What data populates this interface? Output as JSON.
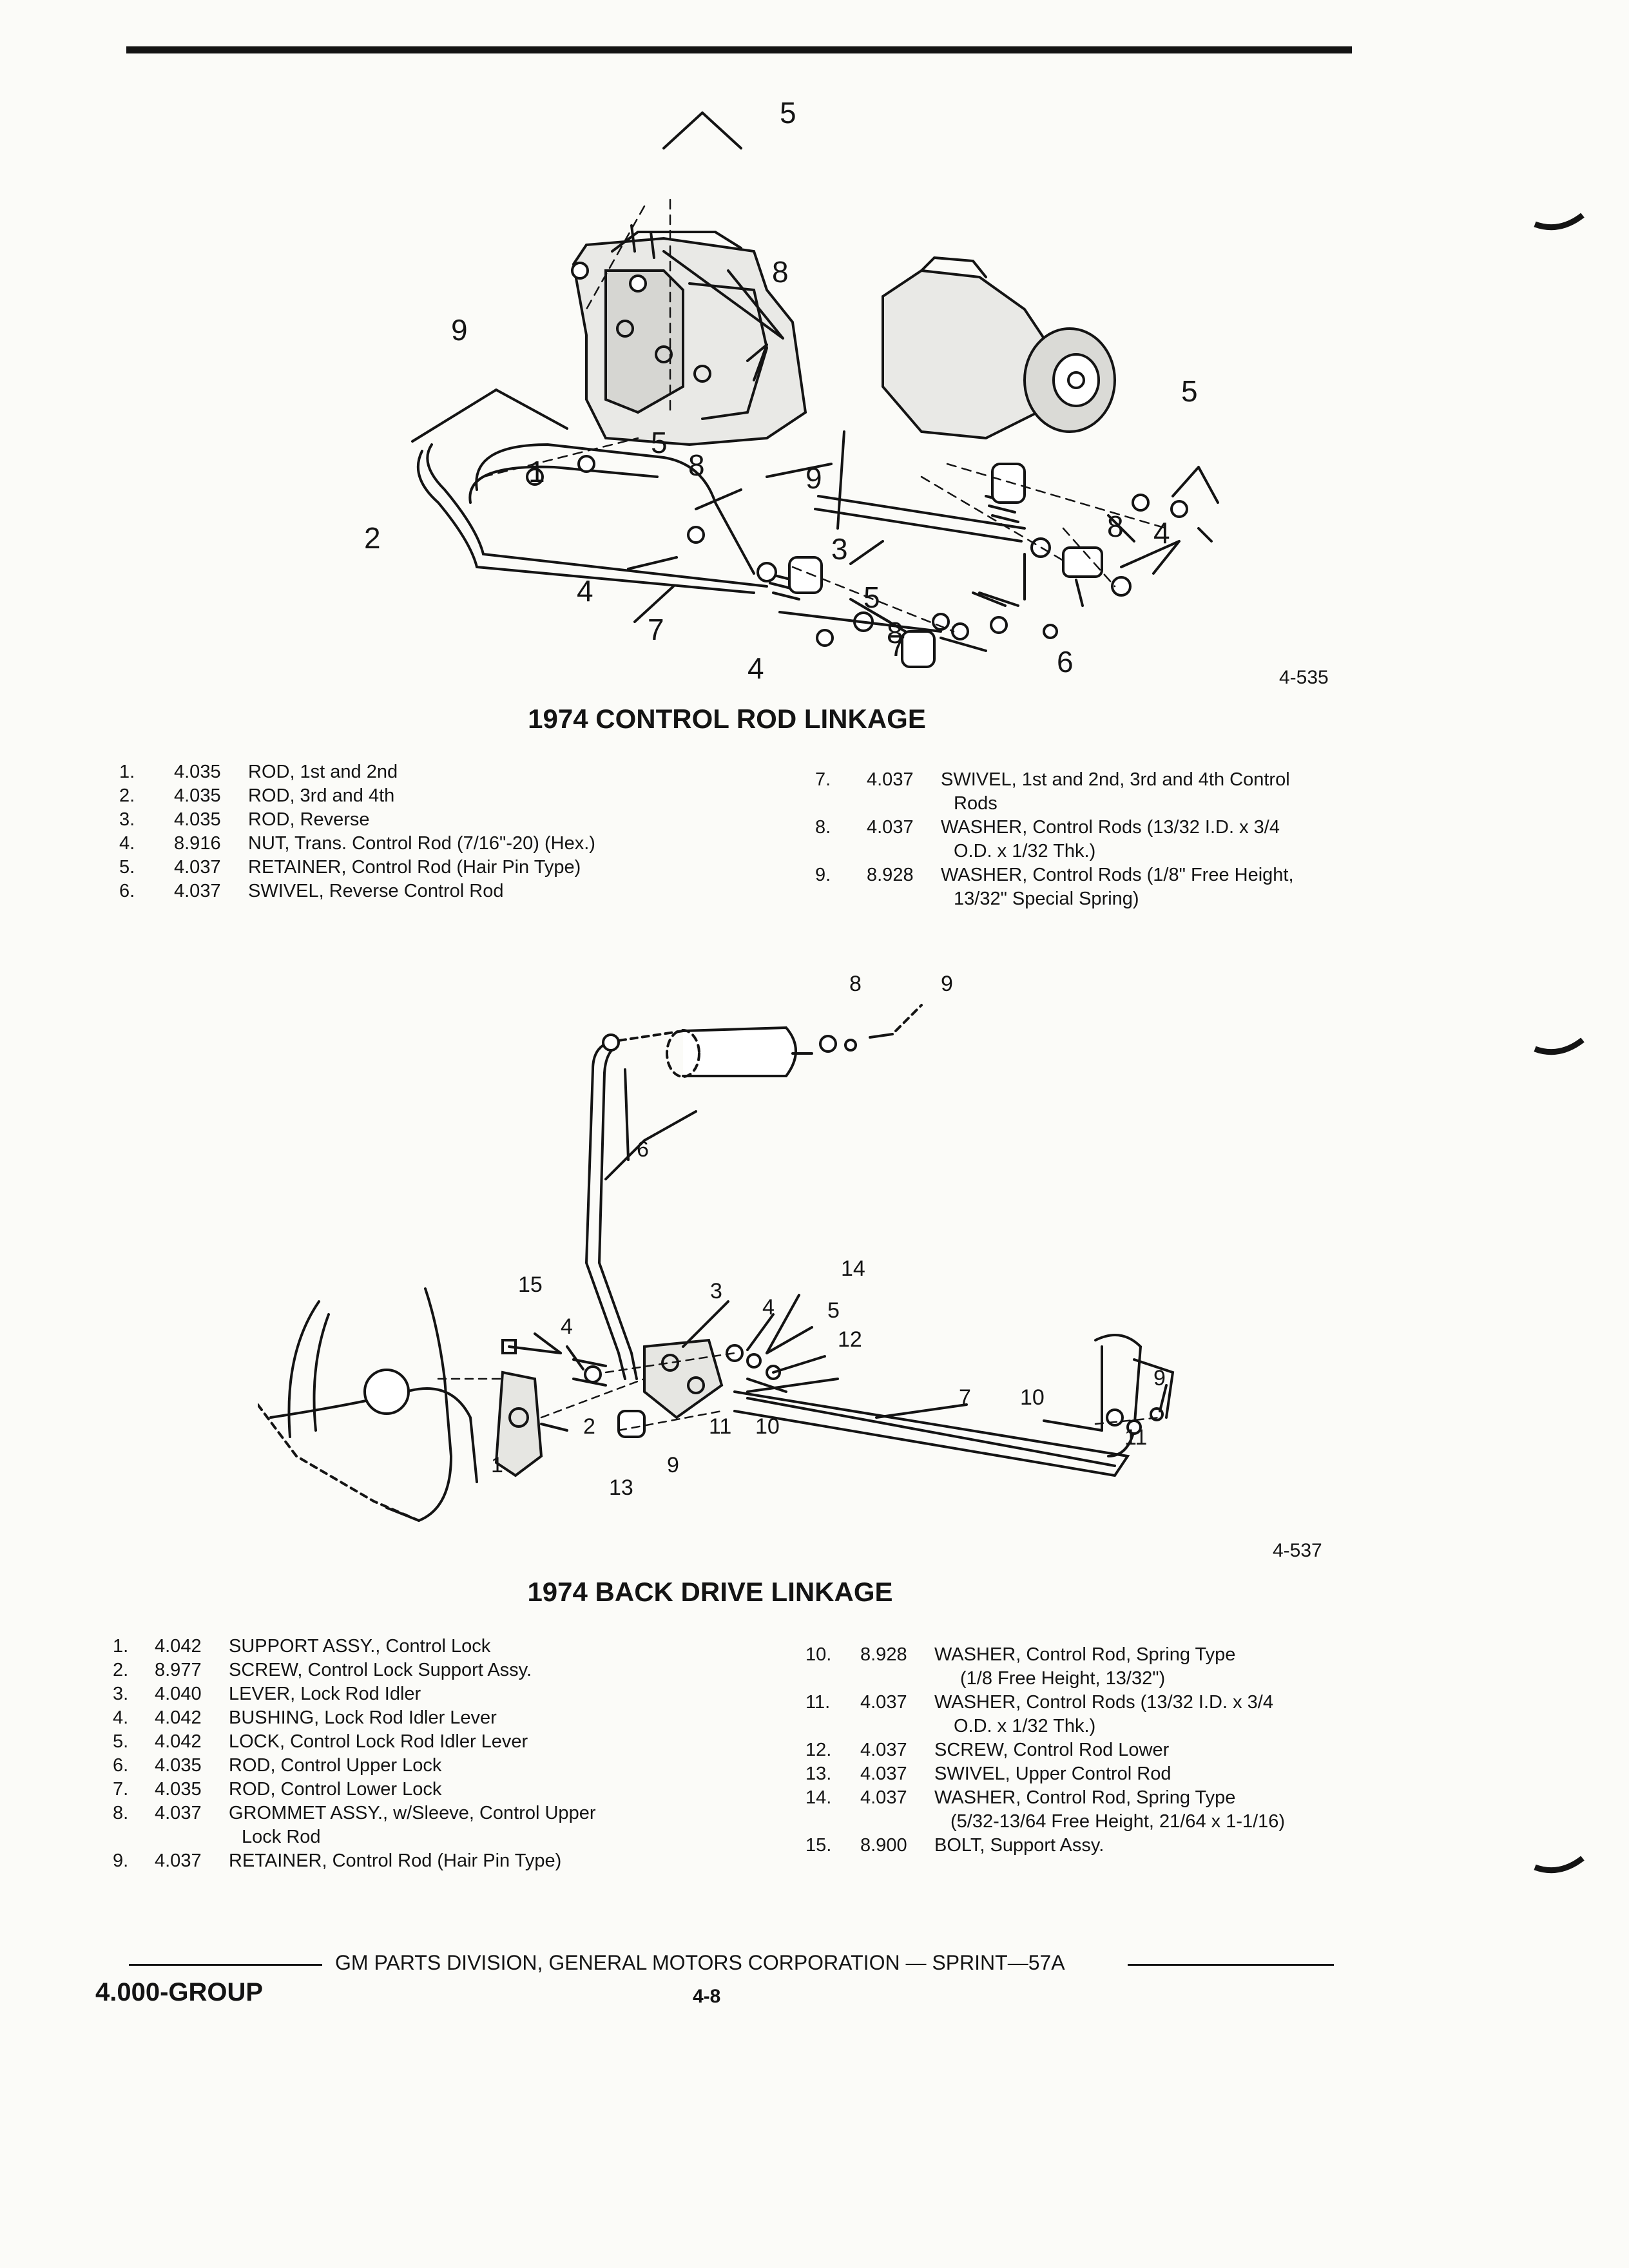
{
  "figure1": {
    "title": "1974 CONTROL ROD LINKAGE",
    "code": "4-535",
    "callouts": [
      "1",
      "2",
      "3",
      "4",
      "4",
      "4",
      "5",
      "5",
      "5",
      "5",
      "6",
      "7",
      "7",
      "8",
      "8",
      "8",
      "8",
      "9",
      "9"
    ],
    "legend": [
      {
        "num": "1.",
        "code": "4.035",
        "desc": "ROD, 1st and 2nd"
      },
      {
        "num": "2.",
        "code": "4.035",
        "desc": "ROD, 3rd and 4th"
      },
      {
        "num": "3.",
        "code": "4.035",
        "desc": "ROD, Reverse"
      },
      {
        "num": "4.",
        "code": "8.916",
        "desc": "NUT, Trans. Control Rod (7/16\"-20) (Hex.)"
      },
      {
        "num": "5.",
        "code": "4.037",
        "desc": "RETAINER, Control Rod (Hair Pin Type)"
      },
      {
        "num": "6.",
        "code": "4.037",
        "desc": "SWIVEL, Reverse Control Rod"
      },
      {
        "num": "7.",
        "code": "4.037",
        "desc": "SWIVEL, 1st and 2nd, 3rd and 4th Control",
        "cont": "Rods"
      },
      {
        "num": "8.",
        "code": "4.037",
        "desc": "WASHER, Control Rods (13/32 I.D. x 3/4",
        "cont": "O.D. x 1/32 Thk.)"
      },
      {
        "num": "9.",
        "code": "8.928",
        "desc": "WASHER, Control Rods (1/8\" Free Height,",
        "cont": "13/32\" Special Spring)"
      }
    ]
  },
  "figure2": {
    "title": "1974 BACK DRIVE LINKAGE",
    "code": "4-537",
    "callouts": [
      "1",
      "2",
      "3",
      "4",
      "4",
      "5",
      "6",
      "7",
      "8",
      "9",
      "9",
      "9",
      "10",
      "10",
      "11",
      "11",
      "12",
      "13",
      "14",
      "15"
    ],
    "legend": [
      {
        "num": "1.",
        "code": "4.042",
        "desc": "SUPPORT ASSY., Control Lock"
      },
      {
        "num": "2.",
        "code": "8.977",
        "desc": "SCREW, Control Lock Support Assy."
      },
      {
        "num": "3.",
        "code": "4.040",
        "desc": "LEVER, Lock Rod Idler"
      },
      {
        "num": "4.",
        "code": "4.042",
        "desc": "BUSHING, Lock Rod Idler Lever"
      },
      {
        "num": "5.",
        "code": "4.042",
        "desc": "LOCK, Control Lock Rod Idler Lever"
      },
      {
        "num": "6.",
        "code": "4.035",
        "desc": "ROD, Control Upper Lock"
      },
      {
        "num": "7.",
        "code": "4.035",
        "desc": "ROD, Control Lower Lock"
      },
      {
        "num": "8.",
        "code": "4.037",
        "desc": "GROMMET ASSY., w/Sleeve, Control Upper",
        "cont": "Lock Rod"
      },
      {
        "num": "9.",
        "code": "4.037",
        "desc": "RETAINER, Control Rod (Hair Pin Type)"
      },
      {
        "num": "10.",
        "code": "8.928",
        "desc": "WASHER, Control Rod, Spring Type",
        "cont": "(1/8 Free Height, 13/32\")"
      },
      {
        "num": "11.",
        "code": "4.037",
        "desc": "WASHER, Control Rods (13/32 I.D. x 3/4",
        "cont": "O.D. x 1/32 Thk.)"
      },
      {
        "num": "12.",
        "code": "4.037",
        "desc": "SCREW, Control Rod Lower"
      },
      {
        "num": "13.",
        "code": "4.037",
        "desc": "SWIVEL, Upper Control Rod"
      },
      {
        "num": "14.",
        "code": "4.037",
        "desc": "WASHER, Control Rod, Spring Type",
        "cont": "(5/32-13/64 Free Height, 21/64 x 1-1/16)"
      },
      {
        "num": "15.",
        "code": "8.900",
        "desc": "BOLT, Support Assy."
      }
    ]
  },
  "footer": {
    "text": "GM PARTS DIVISION, GENERAL MOTORS CORPORATION — SPRINT—57A",
    "group": "4.000-GROUP",
    "page": "4-8"
  }
}
